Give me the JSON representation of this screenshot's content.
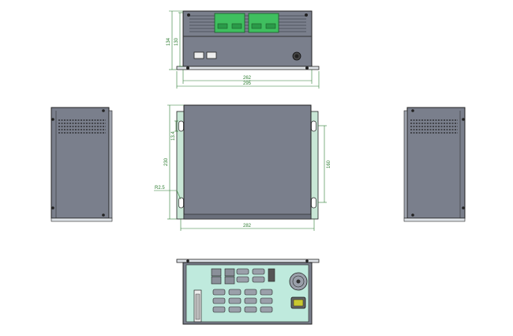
{
  "views": {
    "front": {
      "dimensions": {
        "outer_height": "134",
        "inner_height": "130",
        "inner_width": "262",
        "outer_width": "295"
      }
    },
    "top": {
      "dimensions": {
        "slot_spacing": "13.4",
        "total_depth": "230",
        "mount_hole": "R2.5",
        "hole_spacing": "160",
        "width": "282"
      }
    },
    "left_side": {},
    "right_side": {},
    "rear": {}
  },
  "colors": {
    "body": "#7a7f8c",
    "body_dark": "#5c6170",
    "edge": "#222222",
    "mount_plate": "#c9e7d6",
    "connector_green": "#3fbf5f",
    "dimension_line": "#2e7d32",
    "io_panel": "#bfeadd"
  }
}
